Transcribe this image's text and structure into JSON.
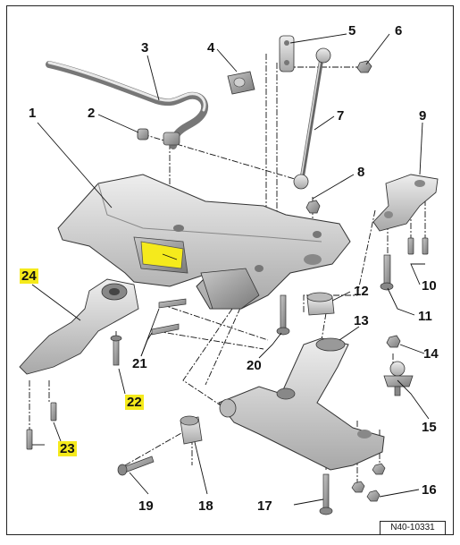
{
  "callouts": {
    "n1": "1",
    "n2": "2",
    "n3": "3",
    "n4": "4",
    "n5": "5",
    "n6": "6",
    "n7": "7",
    "n8": "8",
    "n9": "9",
    "n10": "10",
    "n11": "11",
    "n12": "12",
    "n13": "13",
    "n14": "14",
    "n15": "15",
    "n16": "16",
    "n17": "17",
    "n18": "18",
    "n19": "19",
    "n20": "20",
    "n21": "21",
    "n22": "22",
    "n23": "23",
    "n24": "24"
  },
  "highlighted_callouts": [
    "22",
    "23",
    "24"
  ],
  "reference_code": "N40-10331",
  "colors": {
    "highlight": "#f5ea1c",
    "part_fill": "#d9d9d9",
    "part_shade": "#a9a9a9",
    "line": "#111111"
  }
}
